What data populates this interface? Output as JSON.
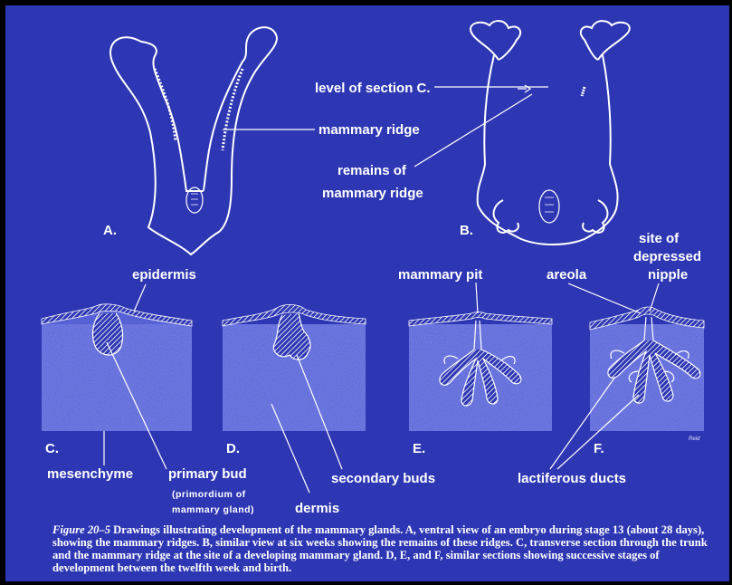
{
  "labels": {
    "panel_a": "A.",
    "panel_b": "B.",
    "panel_c": "C.",
    "panel_d": "D.",
    "panel_e": "E.",
    "panel_f": "F.",
    "level_of_section": "level of section C.",
    "mammary_ridge": "mammary ridge",
    "remains_of_1": "remains of",
    "remains_of_2": "mammary ridge",
    "epidermis": "epidermis",
    "mammary_pit": "mammary pit",
    "areola": "areola",
    "site_of": "site of",
    "depressed": "depressed",
    "nipple": "nipple",
    "mesenchyme": "mesenchyme",
    "primary_bud": "primary bud",
    "primordium_1": "(primordium of",
    "primordium_2": "mammary gland)",
    "dermis": "dermis",
    "secondary_buds": "secondary buds",
    "lactiferous_ducts": "lactiferous ducts",
    "artist": "Reid"
  },
  "caption": {
    "figure_number": "Figure 20–5",
    "text": " Drawings illustrating development of the mammary glands. A, ventral view of an embryo during stage 13 (about 28 days), showing the mammary ridges. B, similar view at six weeks showing the remains of these ridges. C, transverse section through the trunk and the mammary ridge at the site of a developing mammary gland. D, E, and F, similar sections showing successive stages of development between the twelfth week and birth."
  },
  "colors": {
    "background": "#2e37b3",
    "tissue": "#5661d6",
    "lines": "#ffffff"
  }
}
